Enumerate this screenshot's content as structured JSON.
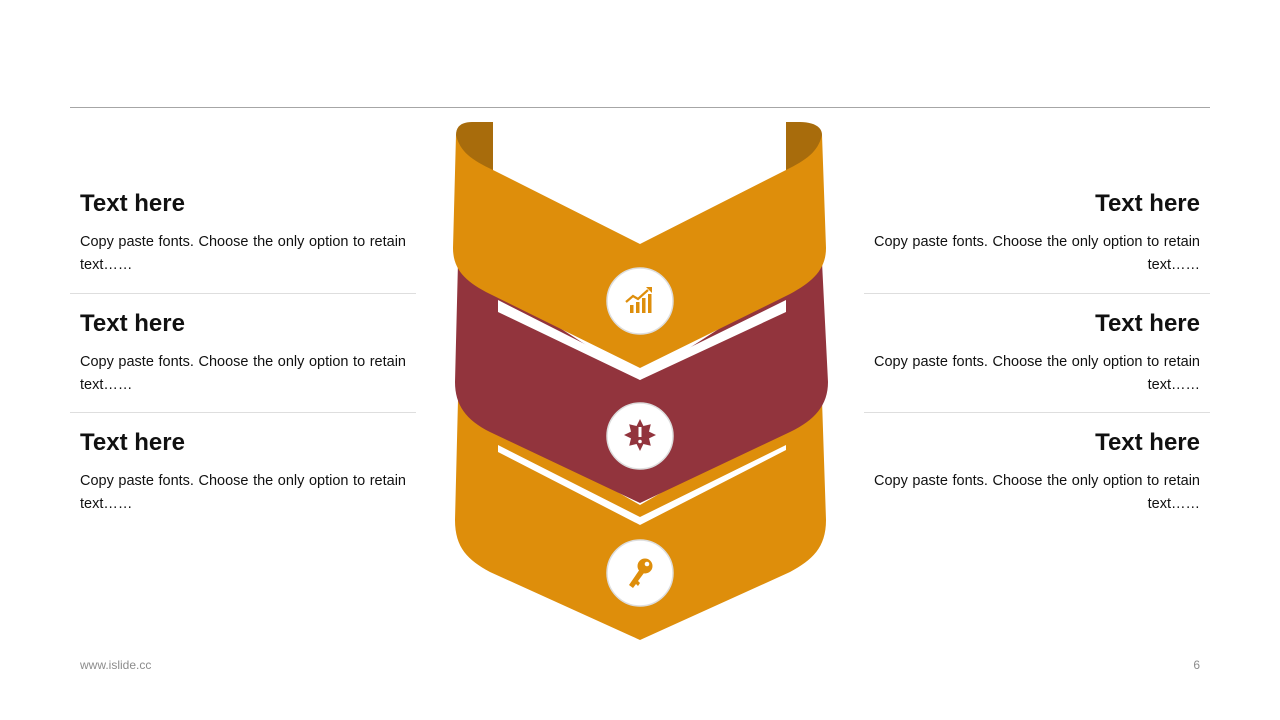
{
  "colors": {
    "gold": "#DE8E0B",
    "gold_dark": "#A86C0C",
    "red": "#92343D",
    "red_dark": "#6C2129"
  },
  "left": [
    {
      "title": "Text here",
      "body": "Copy paste fonts. Choose the only option to retain text……"
    },
    {
      "title": "Text here",
      "body": "Copy paste fonts. Choose the only option to retain text……"
    },
    {
      "title": "Text here",
      "body": "Copy paste fonts. Choose the only option to retain text……"
    }
  ],
  "right": [
    {
      "title": "Text here",
      "body": "Copy paste fonts. Choose the only option to retain text……"
    },
    {
      "title": "Text here",
      "body": "Copy paste fonts. Choose the only option to retain text……"
    },
    {
      "title": "Text here",
      "body": "Copy paste fonts. Choose the only option to retain text……"
    }
  ],
  "icons": [
    "growth-chart-icon",
    "alert-badge-icon",
    "key-icon"
  ],
  "footer": {
    "url": "www.islide.cc",
    "page": "6"
  }
}
